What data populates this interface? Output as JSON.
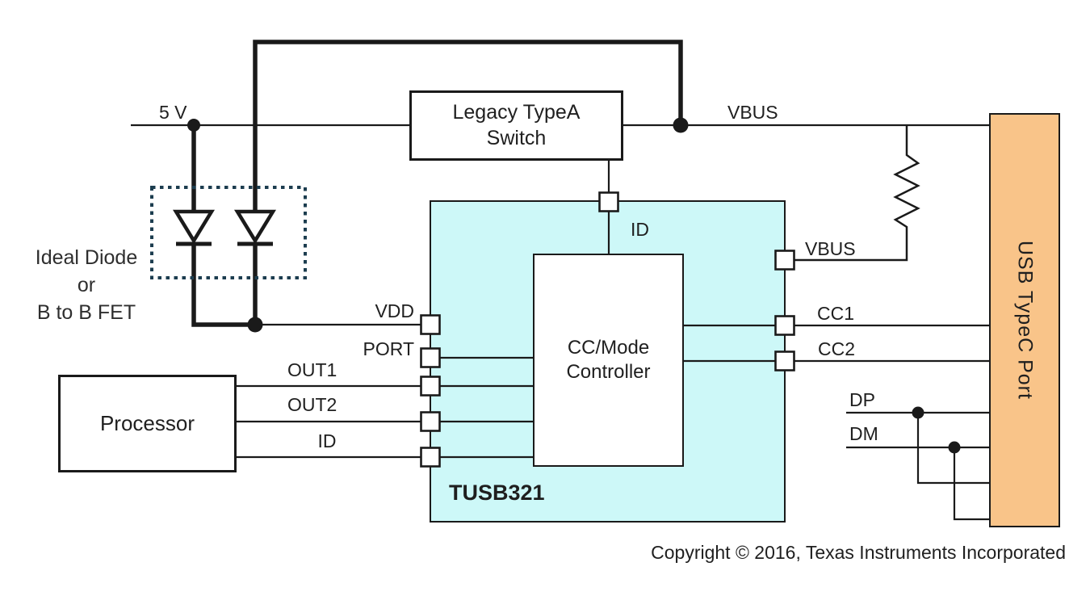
{
  "diagram": {
    "labels": {
      "supply": "5 V",
      "vbus_top": "VBUS",
      "vbus_pin": "VBUS",
      "cc1": "CC1",
      "cc2": "CC2",
      "dp": "DP",
      "dm": "DM",
      "vdd": "VDD",
      "port": "PORT",
      "out1": "OUT1",
      "out2": "OUT2",
      "id_left": "ID",
      "id_top": "ID"
    },
    "note": {
      "line1": "Ideal Diode",
      "line2": "or",
      "line3": "B to B FET"
    },
    "blocks": {
      "legacy_switch_line1": "Legacy TypeA",
      "legacy_switch_line2": "Switch",
      "processor": "Processor",
      "controller_line1": "CC/Mode",
      "controller_line2": "Controller",
      "chip": "TUSB321",
      "usb_port": "USB TypeC Port"
    },
    "copyright": "Copyright © 2016, Texas Instruments Incorporated",
    "colors": {
      "chip_fill": "#CDF8F8",
      "port_fill": "#F9C489",
      "wire": "#1A1A1A",
      "text": "#1F1F1F",
      "dotted_box": "#1C3D4F"
    }
  }
}
